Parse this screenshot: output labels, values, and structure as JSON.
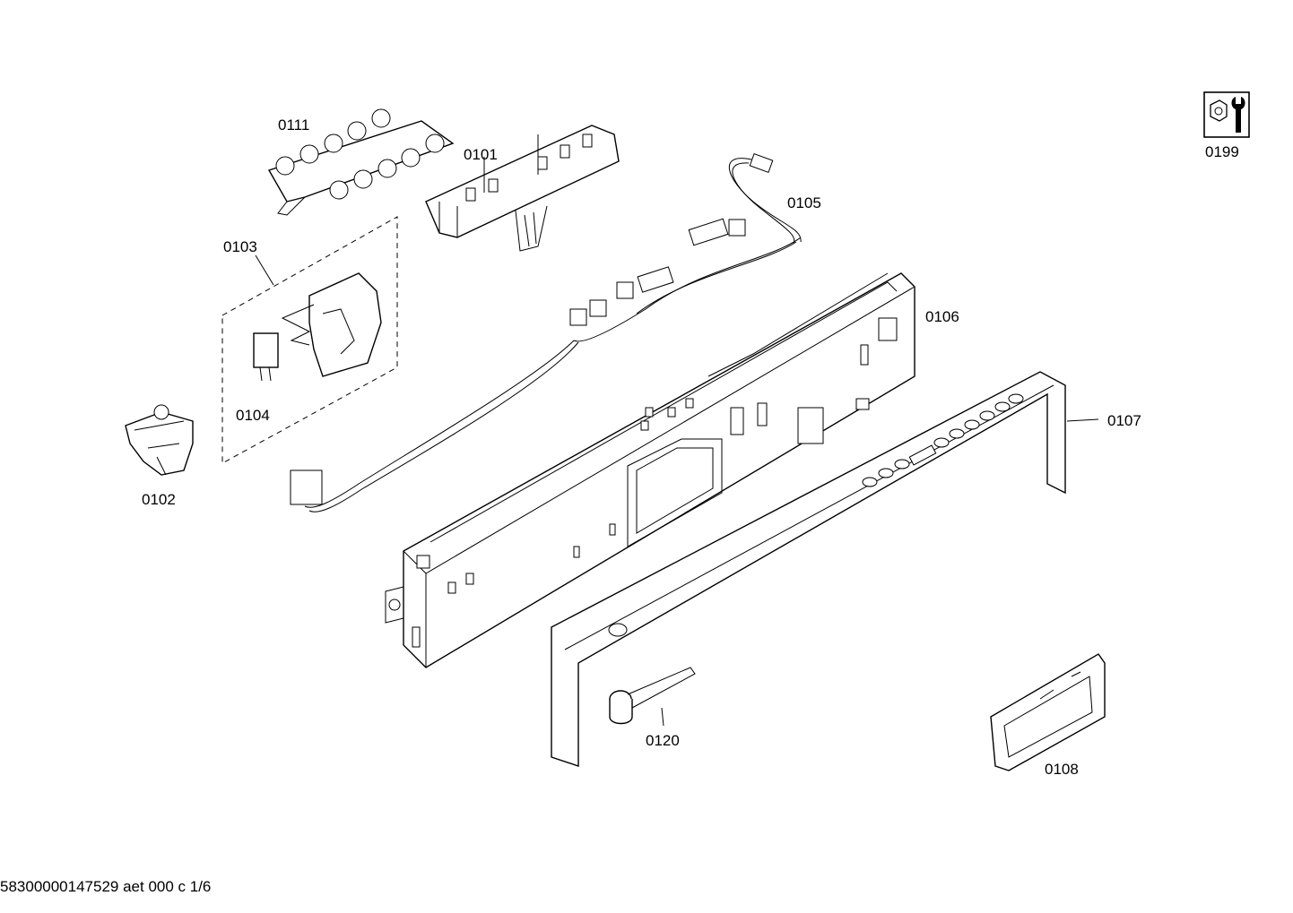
{
  "parts": [
    {
      "id": "p0111",
      "label": "0111"
    },
    {
      "id": "p0101",
      "label": "0101"
    },
    {
      "id": "p0105",
      "label": "0105"
    },
    {
      "id": "p0103",
      "label": "0103"
    },
    {
      "id": "p0104",
      "label": "0104"
    },
    {
      "id": "p0102",
      "label": "0102"
    },
    {
      "id": "p0106",
      "label": "0106"
    },
    {
      "id": "p0107",
      "label": "0107"
    },
    {
      "id": "p0120",
      "label": "0120"
    },
    {
      "id": "p0108",
      "label": "0108"
    },
    {
      "id": "p0199",
      "label": "0199"
    }
  ],
  "footer": {
    "text": "58300000147529 aet 000 c 1/6"
  },
  "icons": {
    "service": "tool-wrench-nut-icon"
  }
}
